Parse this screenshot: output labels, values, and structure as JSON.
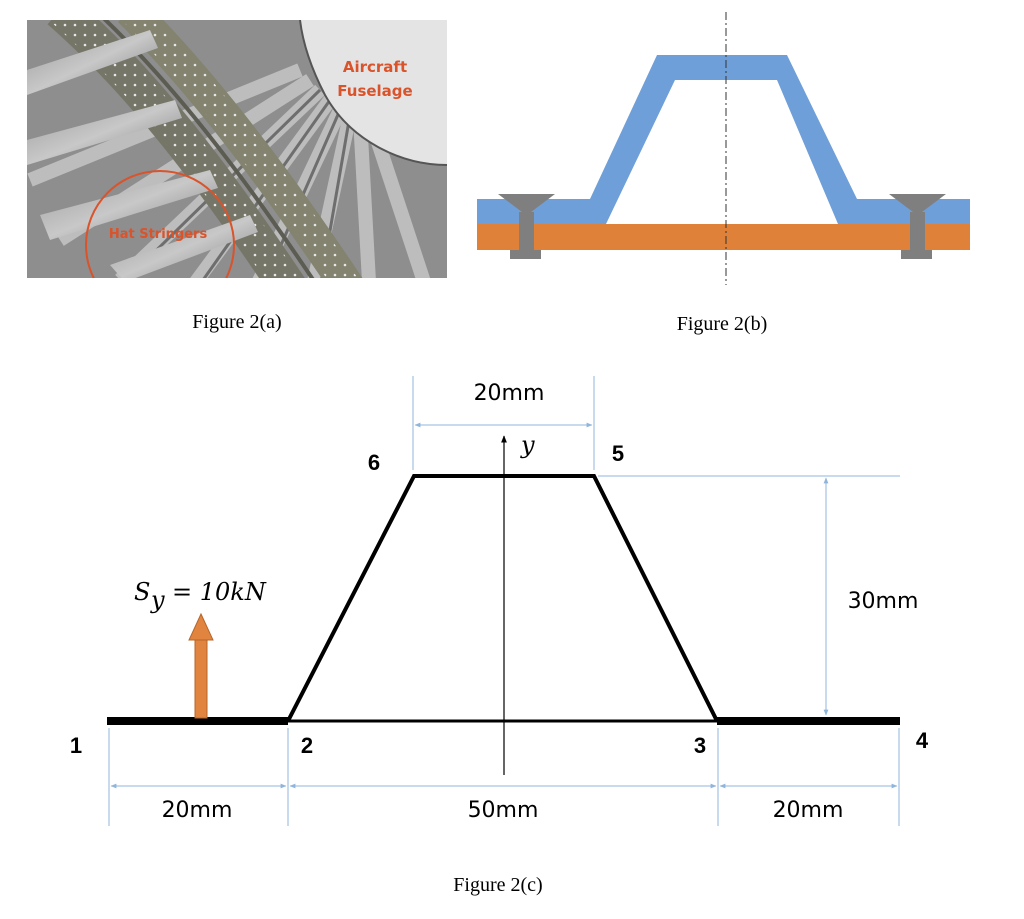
{
  "figure_a": {
    "caption": "Figure 2(a)",
    "label_fuselage_line1": "Aircraft",
    "label_fuselage_line2": "Fuselage",
    "label_stringers": "Hat Stringers"
  },
  "figure_b": {
    "caption": "Figure 2(b)"
  },
  "figure_c": {
    "caption": "Figure 2(c)",
    "nodes": [
      "1",
      "2",
      "3",
      "4",
      "5",
      "6"
    ],
    "axis_label": "y",
    "load_label": "S_y = 10kN",
    "load_symbol": "S",
    "load_subscript": "y",
    "load_value": "= 10kN",
    "dimensions": {
      "top_width": "20mm",
      "height": "30mm",
      "left_flange": "20mm",
      "base_width": "50mm",
      "right_flange": "20mm"
    }
  },
  "colors": {
    "stringer_blue": "#6f9fd8",
    "skin_orange": "#df8138",
    "fastener_gray": "#7f7f7f",
    "load_arrow": "#e0843f",
    "dimension_line": "#8fb5dc",
    "photo_label_red": "#d9532b"
  }
}
